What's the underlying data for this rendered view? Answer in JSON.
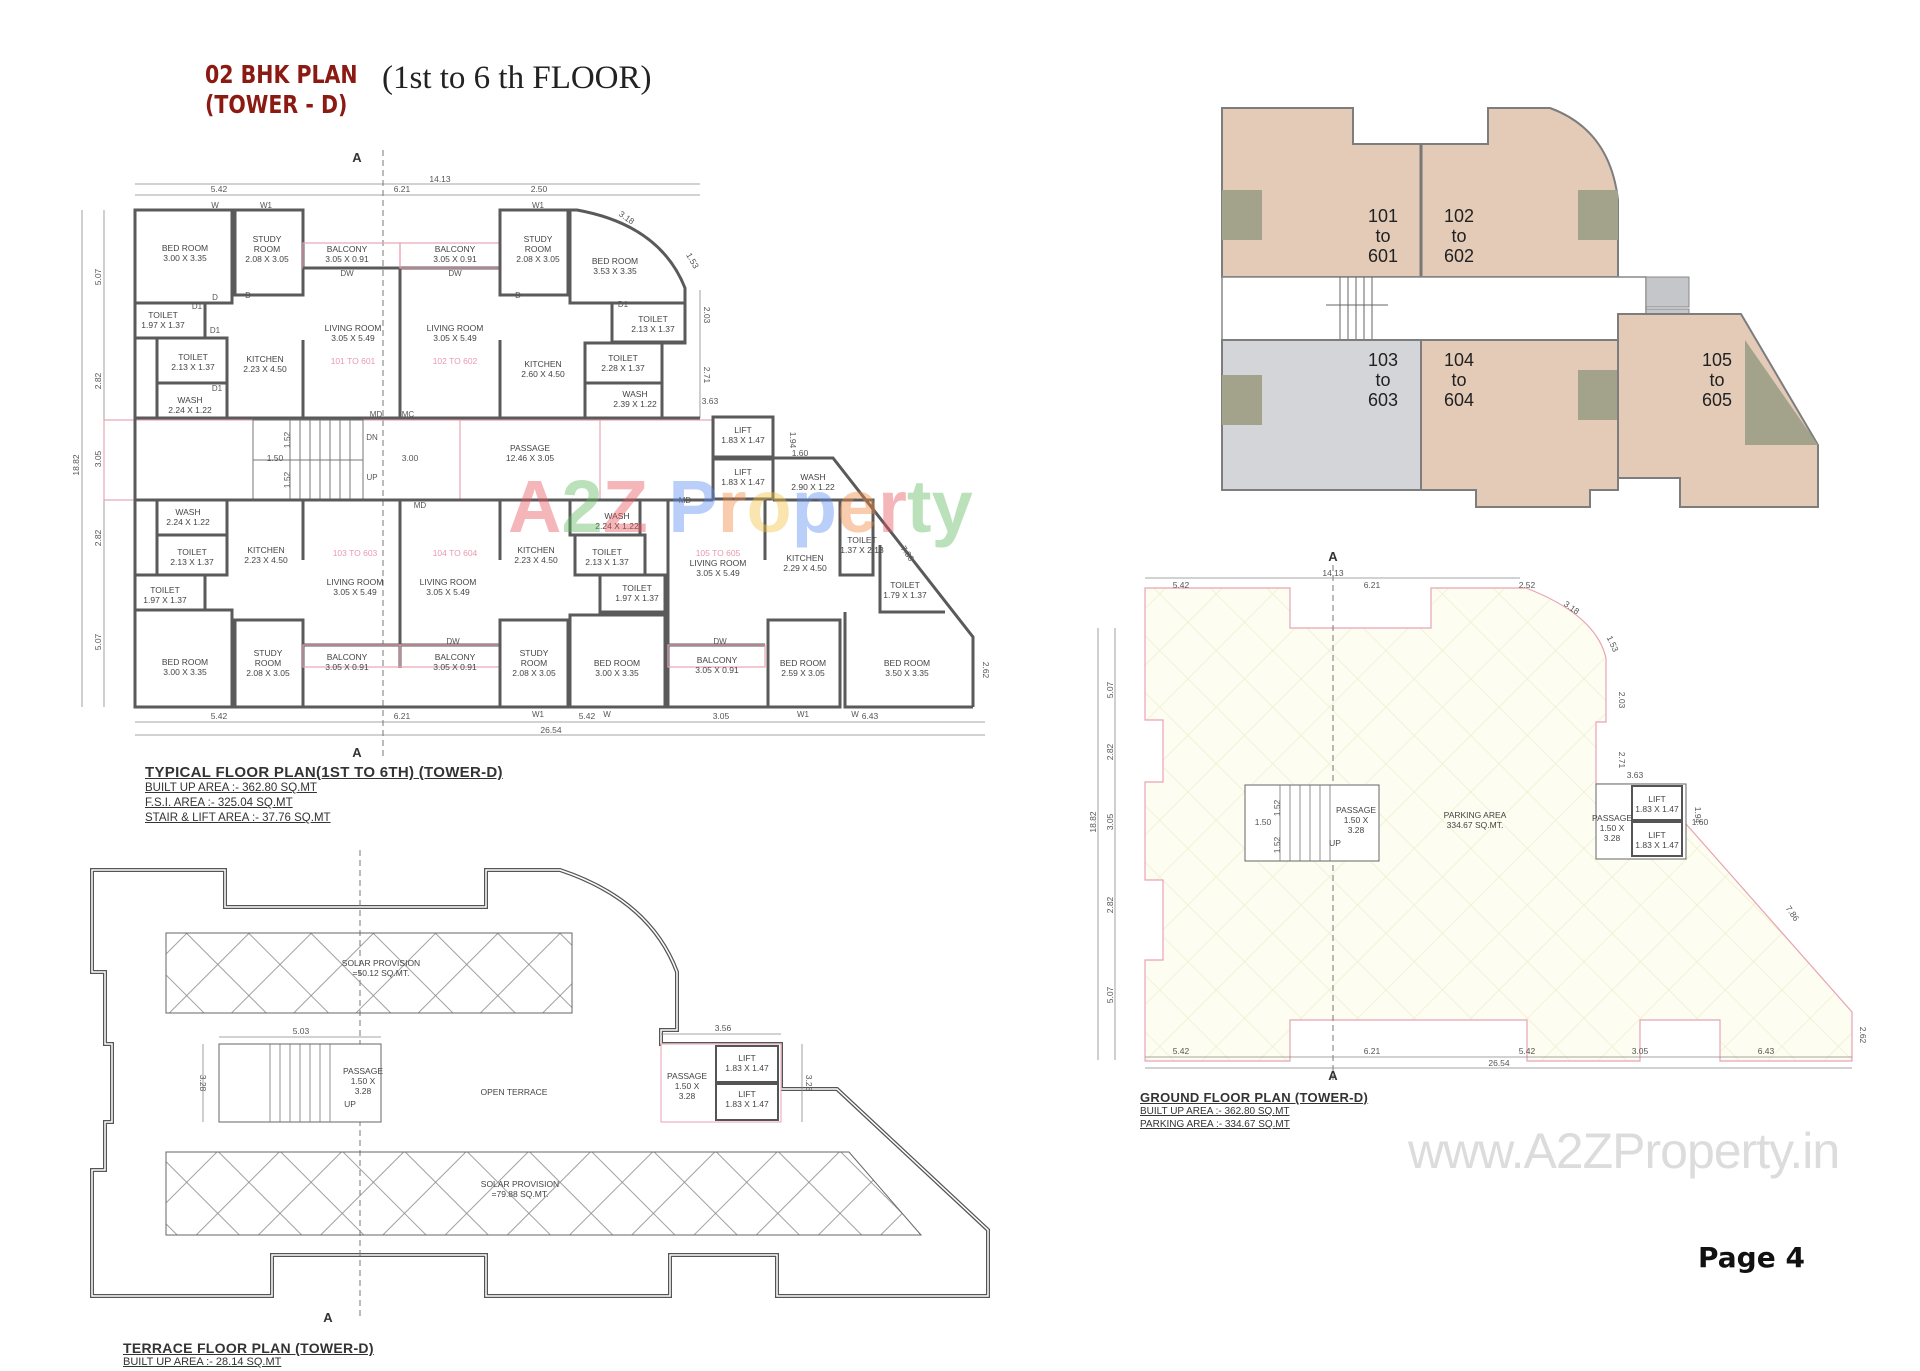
{
  "header": {
    "title_line1": "02 BHK PLAN",
    "title_line2": "(TOWER - D)",
    "subtitle": "(1st to 6 th FLOOR)",
    "title_color": "#8b1a12"
  },
  "typical_plan": {
    "caption": "TYPICAL FLOOR PLAN(1ST TO 6TH) (TOWER-D)",
    "built_up": "BUILT UP AREA :- 362.80 SQ.MT",
    "fsi": "F.S.I. AREA :- 325.04 SQ.MT",
    "stair_lift": "STAIR & LIFT AREA :- 37.76 SQ.MT",
    "section_mark": "A",
    "rooms": [
      {
        "name": "BED ROOM",
        "size": "3.00 X 3.35"
      },
      {
        "name": "STUDY ROOM",
        "size": "2.08 X 3.05"
      },
      {
        "name": "BALCONY",
        "size": "3.05 X 0.91"
      },
      {
        "name": "LIVING ROOM",
        "size": "3.05 X 5.49"
      },
      {
        "name": "TOILET",
        "size": "1.97 X 1.37"
      },
      {
        "name": "TOILET",
        "size": "2.13 X 1.37"
      },
      {
        "name": "KITCHEN",
        "size": "2.23 X 4.50"
      },
      {
        "name": "WASH",
        "size": "2.24 X 1.22"
      },
      {
        "name": "BALCONY",
        "size": "3.05 X 0.91"
      },
      {
        "name": "LIVING ROOM",
        "size": "3.05 X 5.49"
      },
      {
        "name": "STUDY ROOM",
        "size": "2.08 X 3.05"
      },
      {
        "name": "KITCHEN",
        "size": "2.60 X 4.50"
      },
      {
        "name": "BED ROOM",
        "size": "3.53 X 3.35"
      },
      {
        "name": "TOILET",
        "size": "2.13 X 1.37"
      },
      {
        "name": "TOILET",
        "size": "2.28 X 1.37"
      },
      {
        "name": "WASH",
        "size": "2.39 X 1.22"
      },
      {
        "name": "PASSAGE",
        "size": "12.46 X 3.05"
      },
      {
        "name": "LIFT",
        "size": "1.83 X 1.47"
      },
      {
        "name": "LIFT",
        "size": "1.83 X 1.47"
      },
      {
        "name": "WASH",
        "size": "2.90 X 1.22"
      },
      {
        "name": "WASH",
        "size": "2.24 X 1.22"
      },
      {
        "name": "TOILET",
        "size": "2.13 X 1.37"
      },
      {
        "name": "KITCHEN",
        "size": "2.23 X 4.50"
      },
      {
        "name": "TOILET",
        "size": "1.97 X 1.37"
      },
      {
        "name": "BED ROOM",
        "size": "3.00 X 3.35"
      },
      {
        "name": "STUDY ROOM",
        "size": "2.08 X 3.05"
      },
      {
        "name": "LIVING ROOM",
        "size": "3.05 X 5.49"
      },
      {
        "name": "BALCONY",
        "size": "3.05 X 0.91"
      },
      {
        "name": "LIVING ROOM",
        "size": "3.05 X 5.49"
      },
      {
        "name": "BALCONY",
        "size": "3.05 X 0.91"
      },
      {
        "name": "KITCHEN",
        "size": "2.23 X 4.50"
      },
      {
        "name": "STUDY ROOM",
        "size": "2.08 X 3.05"
      },
      {
        "name": "WASH",
        "size": "2.24 X 1.22"
      },
      {
        "name": "TOILET",
        "size": "2.13 X 1.37"
      },
      {
        "name": "TOILET",
        "size": "1.97 X 1.37"
      },
      {
        "name": "BED ROOM",
        "size": "3.00 X 3.35"
      },
      {
        "name": "LIVING ROOM",
        "size": "3.05 X 5.49"
      },
      {
        "name": "BALCONY",
        "size": "3.05 X 0.91"
      },
      {
        "name": "KITCHEN",
        "size": "2.29 X 4.50"
      },
      {
        "name": "TOILET",
        "size": "1.37 X 2.13"
      },
      {
        "name": "TOILET",
        "size": "1.79 X 1.37"
      },
      {
        "name": "BED ROOM",
        "size": "2.59 X 3.05"
      },
      {
        "name": "BED ROOM",
        "size": "3.50 X 3.35"
      }
    ],
    "unit_tags": [
      "101 TO 601",
      "102 TO 602",
      "103 TO 603",
      "104 TO 604",
      "105 TO 605"
    ],
    "dimensions": [
      "14.13",
      "5.42",
      "6.21",
      "2.50",
      "3.18",
      "1.53",
      "2.03",
      "2.71",
      "3.63",
      "1.94",
      "1.60",
      "7.86",
      "2.62",
      "5.42",
      "6.21",
      "5.42",
      "3.05",
      "6.43",
      "26.54",
      "18.82",
      "5.07",
      "2.82",
      "3.05",
      "2.82",
      "5.07",
      "1.50",
      "3.00",
      "1.52",
      "1.52"
    ],
    "marks": [
      "W",
      "W1",
      "W1",
      "D",
      "D",
      "D",
      "D1",
      "D1",
      "D1",
      "D1",
      "DW",
      "DW",
      "MD",
      "MC",
      "MD",
      "DN",
      "UP",
      "DW",
      "DW",
      "W1",
      "W",
      "W1",
      "W",
      "MD"
    ]
  },
  "watermark": {
    "logo_letters": [
      "A",
      "2",
      "Z",
      " ",
      "P",
      "r",
      "o",
      "p",
      "e",
      "r",
      "t",
      "y"
    ],
    "logo_colors": [
      "#e8545a",
      "#5cb85c",
      "#e8545a",
      "#fff",
      "#5b8def",
      "#f0883e",
      "#f5c242",
      "#5b8def",
      "#f0883e",
      "#e8545a",
      "#5cb85c",
      "#5cb85c"
    ],
    "site": "www.A2ZProperty.in"
  },
  "key_plan": {
    "units": [
      {
        "l1": "101",
        "l2": "to",
        "l3": "601"
      },
      {
        "l1": "102",
        "l2": "to",
        "l3": "602"
      },
      {
        "l1": "103",
        "l2": "to",
        "l3": "603"
      },
      {
        "l1": "104",
        "l2": "to",
        "l3": "604"
      },
      {
        "l1": "105",
        "l2": "to",
        "l3": "605"
      }
    ],
    "colors": {
      "unit": "#e3cbb8",
      "highlight": "#d3d5d8",
      "wet": "#a3a38c",
      "lift": "#c5c6c9"
    }
  },
  "ground_plan": {
    "caption": "GROUND FLOOR PLAN (TOWER-D)",
    "built_up": "BUILT UP AREA :- 362.80 SQ.MT",
    "parking": "PARKING AREA :- 334.67 SQ.MT",
    "parking_label": "PARKING AREA",
    "parking_size": "334.67 SQ.MT.",
    "passage_left": {
      "l1": "PASSAGE",
      "l2": "1.50 X",
      "l3": "3.28"
    },
    "passage_right": {
      "l1": "PASSAGE",
      "l2": "1.50 X",
      "l3": "3.28"
    },
    "lifts": [
      {
        "name": "LIFT",
        "size": "1.83 X 1.47"
      },
      {
        "name": "LIFT",
        "size": "1.83 X 1.47"
      }
    ],
    "up": "UP",
    "section_mark": "A",
    "dimensions": [
      "14.13",
      "5.42",
      "6.21",
      "2.52",
      "3.18",
      "1.53",
      "2.03",
      "2.71",
      "3.63",
      "1.94",
      "1.60",
      "7.86",
      "2.62",
      "5.42",
      "6.21",
      "5.42",
      "3.05",
      "6.43",
      "26.54",
      "18.82",
      "5.07",
      "2.82",
      "3.05",
      "2.82",
      "5.07",
      "1.50",
      "1.52",
      "1.52"
    ]
  },
  "terrace_plan": {
    "caption": "TERRACE FLOOR PLAN (TOWER-D)",
    "built_up": "BUILT UP AREA :- 28.14 SQ.MT",
    "solar1": {
      "name": "SOLAR PROVISION",
      "size": "=50.12 SQ.MT."
    },
    "solar2": {
      "name": "SOLAR PROVISION",
      "size": "=79.88 SQ.MT."
    },
    "open_terrace": "OPEN TERRACE",
    "passage_left": {
      "l1": "PASSAGE",
      "l2": "1.50 X",
      "l3": "3.28"
    },
    "passage_right": {
      "l1": "PASSAGE",
      "l2": "1.50 X",
      "l3": "3.28"
    },
    "lifts": [
      {
        "name": "LIFT",
        "size": "1.83 X 1.47"
      },
      {
        "name": "LIFT",
        "size": "1.83 X 1.47"
      }
    ],
    "up": "UP",
    "dimensions": [
      "5.03",
      "3.28",
      "3.56",
      "3.28"
    ],
    "section_mark": "A"
  },
  "footer": {
    "page": "Page 4"
  }
}
